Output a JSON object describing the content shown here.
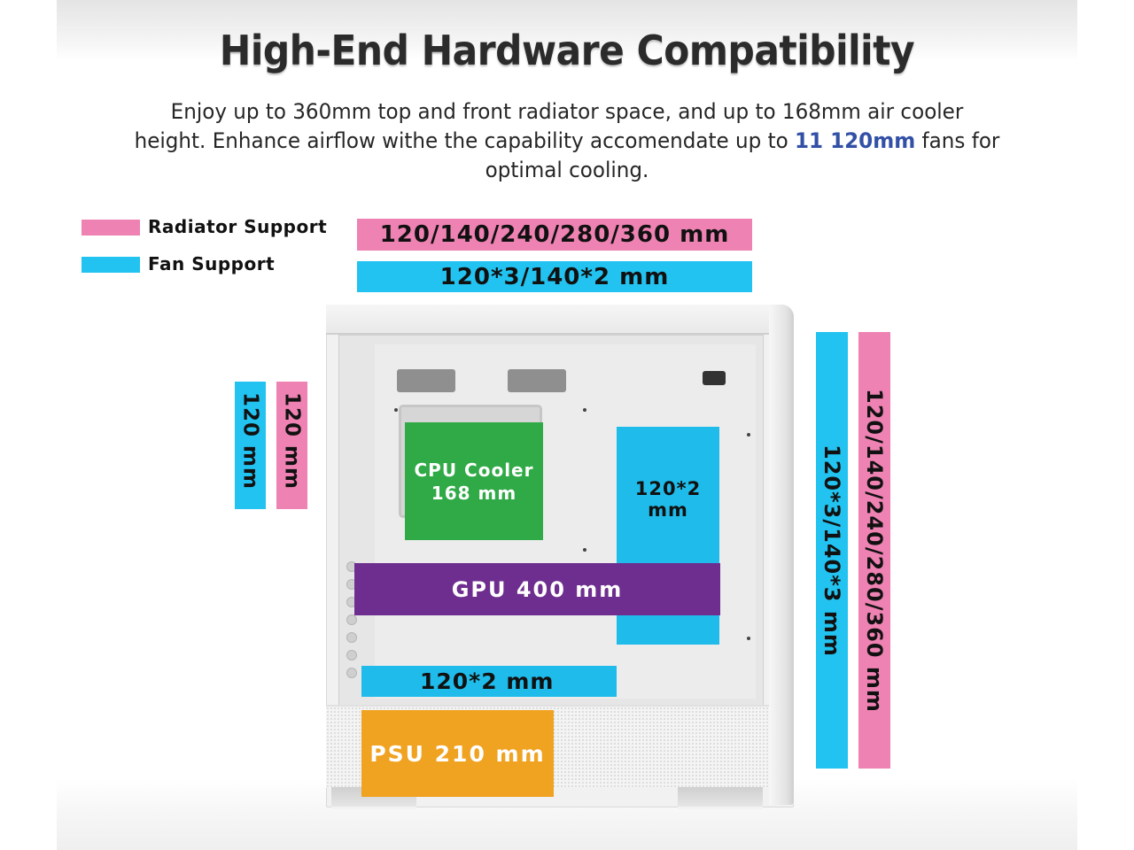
{
  "header": {
    "title": "High-End Hardware Compatibility",
    "description_line1": "Enjoy up to 360mm top and front radiator space, and up to  168mm air cooler",
    "description_line2_pre": "height. Enhance airflow withe the capability  accomendate up to ",
    "description_line2_highlight": "11 120mm",
    "description_line2_post": " fans for",
    "description_line3": "optimal cooling."
  },
  "legend": {
    "items": [
      {
        "label": "Radiator Support",
        "color": "#ee82b2"
      },
      {
        "label": "Fan Support",
        "color": "#22c3f0"
      }
    ]
  },
  "top_bars": {
    "radiator": "120/140/240/280/360 mm",
    "fan": "120*3/140*2 mm"
  },
  "rear_bars": {
    "fan": "120 mm",
    "radiator": "120 mm"
  },
  "front_bars": {
    "fan": "120*3/140*3 mm",
    "radiator": "120/140/240/280/360 mm"
  },
  "case_overlays": {
    "cpu_cooler_line1": "CPU Cooler",
    "cpu_cooler_line2": "168 mm",
    "side_fan_line1": "120*2",
    "side_fan_line2": "mm",
    "gpu": "GPU 400 mm",
    "bottom_fan": "120*2 mm",
    "psu": "PSU 210 mm"
  },
  "colors": {
    "radiator_pink": "#ee82b2",
    "fan_blue": "#22c3f0",
    "cpu_green": "#2faa46",
    "gpu_purple": "#6e2e8f",
    "psu_orange": "#f0a221",
    "highlight_blue": "#3250a6"
  }
}
